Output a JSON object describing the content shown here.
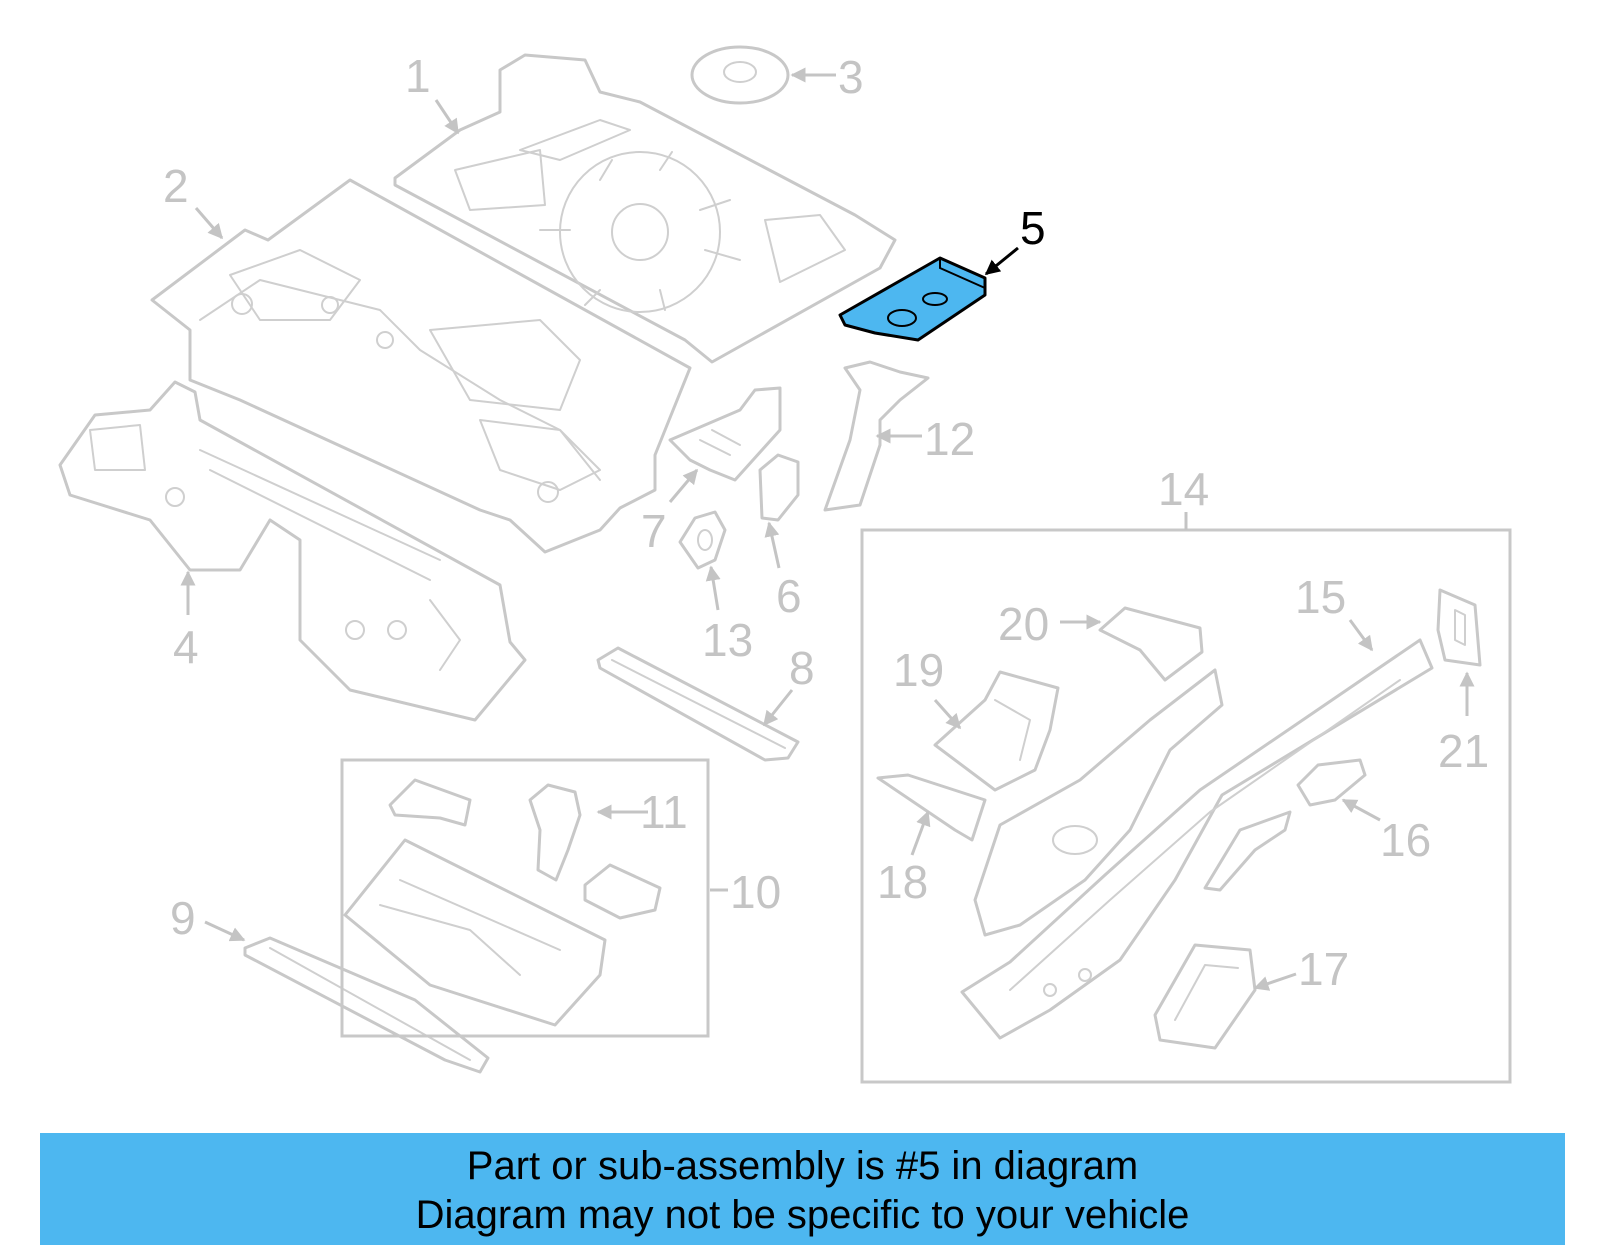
{
  "colors": {
    "highlight": "#4db7f0",
    "banner_background": "#4db7f0",
    "part_outline": "#c8c8c8",
    "label_muted": "#c4c4c4",
    "label_active": "#000000"
  },
  "highlighted_part": "5",
  "labels": [
    {
      "id": "1",
      "text": "1"
    },
    {
      "id": "2",
      "text": "2"
    },
    {
      "id": "3",
      "text": "3"
    },
    {
      "id": "4",
      "text": "4"
    },
    {
      "id": "5",
      "text": "5"
    },
    {
      "id": "6",
      "text": "6"
    },
    {
      "id": "7",
      "text": "7"
    },
    {
      "id": "8",
      "text": "8"
    },
    {
      "id": "9",
      "text": "9"
    },
    {
      "id": "10",
      "text": "10"
    },
    {
      "id": "11",
      "text": "11"
    },
    {
      "id": "12",
      "text": "12"
    },
    {
      "id": "13",
      "text": "13"
    },
    {
      "id": "14",
      "text": "14"
    },
    {
      "id": "15",
      "text": "15"
    },
    {
      "id": "16",
      "text": "16"
    },
    {
      "id": "17",
      "text": "17"
    },
    {
      "id": "18",
      "text": "18"
    },
    {
      "id": "19",
      "text": "19"
    },
    {
      "id": "20",
      "text": "20"
    },
    {
      "id": "21",
      "text": "21"
    }
  ],
  "banner": {
    "line1": "Part or sub-assembly is #5 in diagram",
    "line2": "Diagram may not be specific to your vehicle"
  }
}
